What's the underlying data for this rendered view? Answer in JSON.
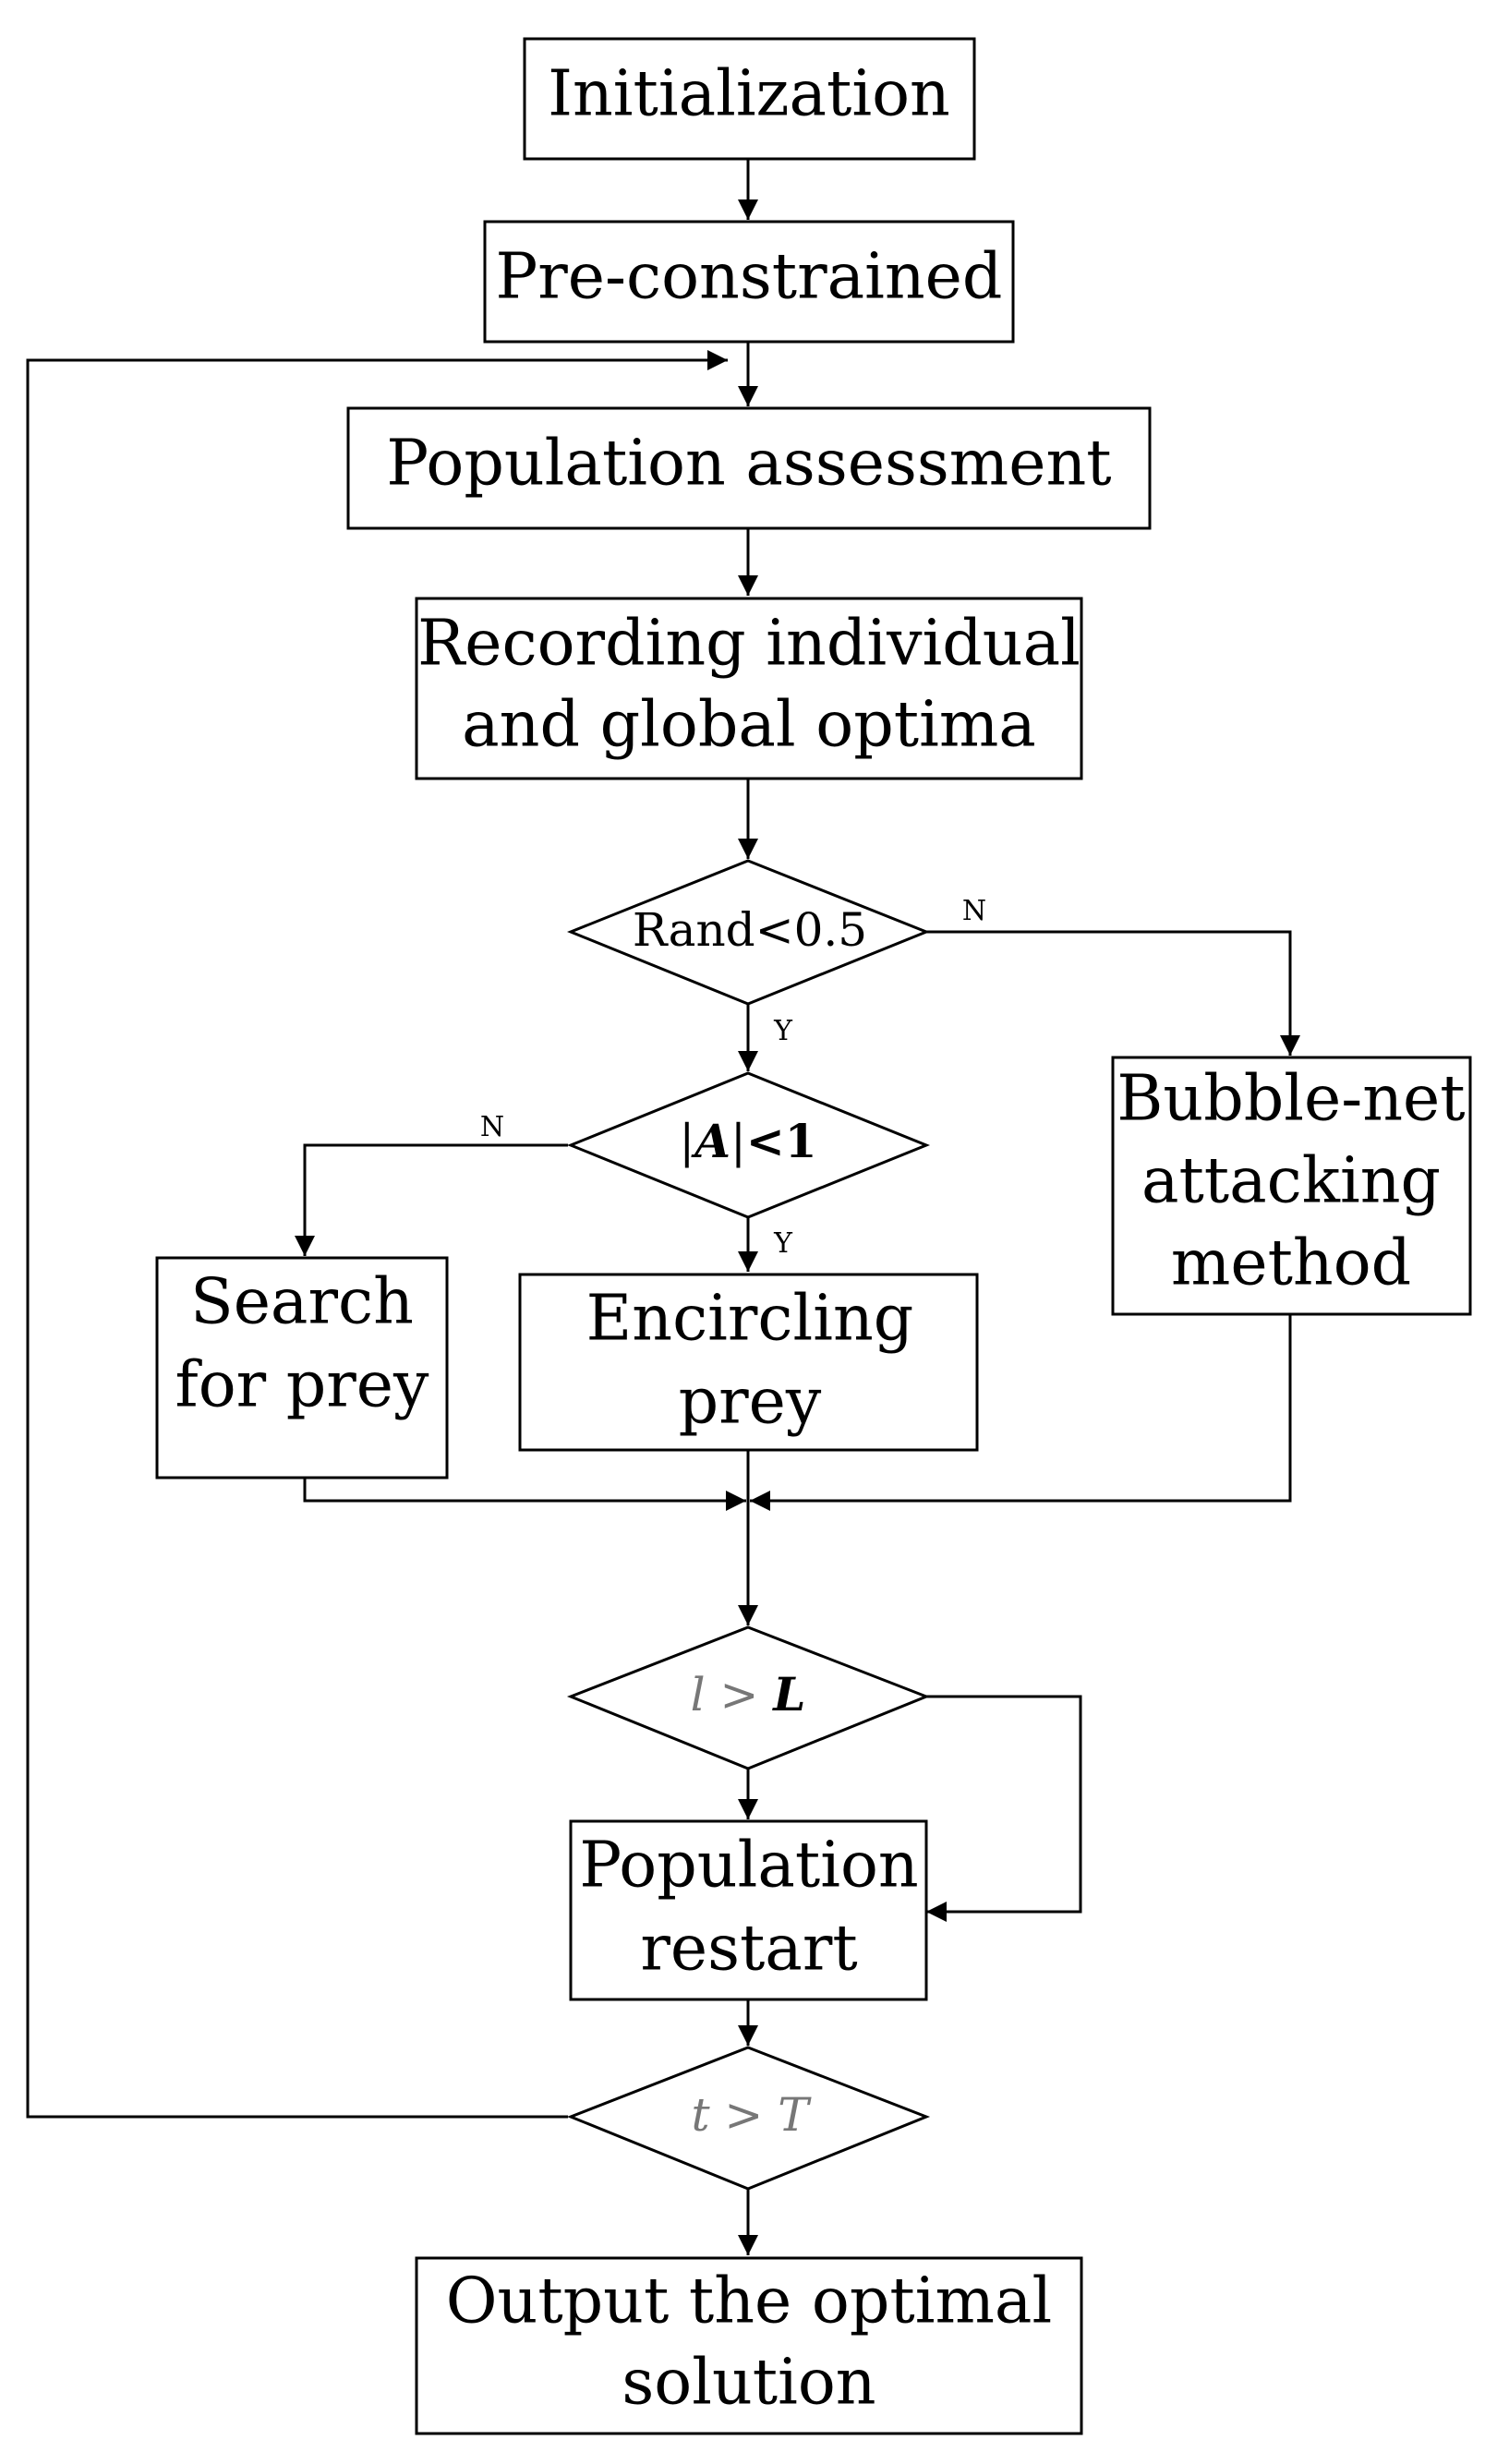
{
  "nodes": {
    "initialization": "Initialization",
    "pre_constrained": "Pre-constrained",
    "population_assessment": "Population assessment",
    "recording_optima": [
      "Recording individual",
      "and global optima"
    ],
    "rand_decision": "Rand<0.5",
    "a_decision": {
      "bar_left": "|",
      "var": "A",
      "bar_right": "|",
      "rest": "<1"
    },
    "bubble_net": [
      "Bubble-net",
      "attacking",
      "method"
    ],
    "search_prey": [
      "Search",
      "for prey"
    ],
    "encircling_prey": [
      "Encircling",
      "prey"
    ],
    "l_decision": {
      "left": "l",
      "op": " > ",
      "right": "L"
    },
    "population_restart": [
      "Population",
      "restart"
    ],
    "t_decision": "t > T",
    "output": [
      "Output the optimal",
      "solution"
    ]
  },
  "edge_labels": {
    "rand_no": "N",
    "rand_yes": "Y",
    "a_no": "N",
    "a_yes": "Y"
  }
}
